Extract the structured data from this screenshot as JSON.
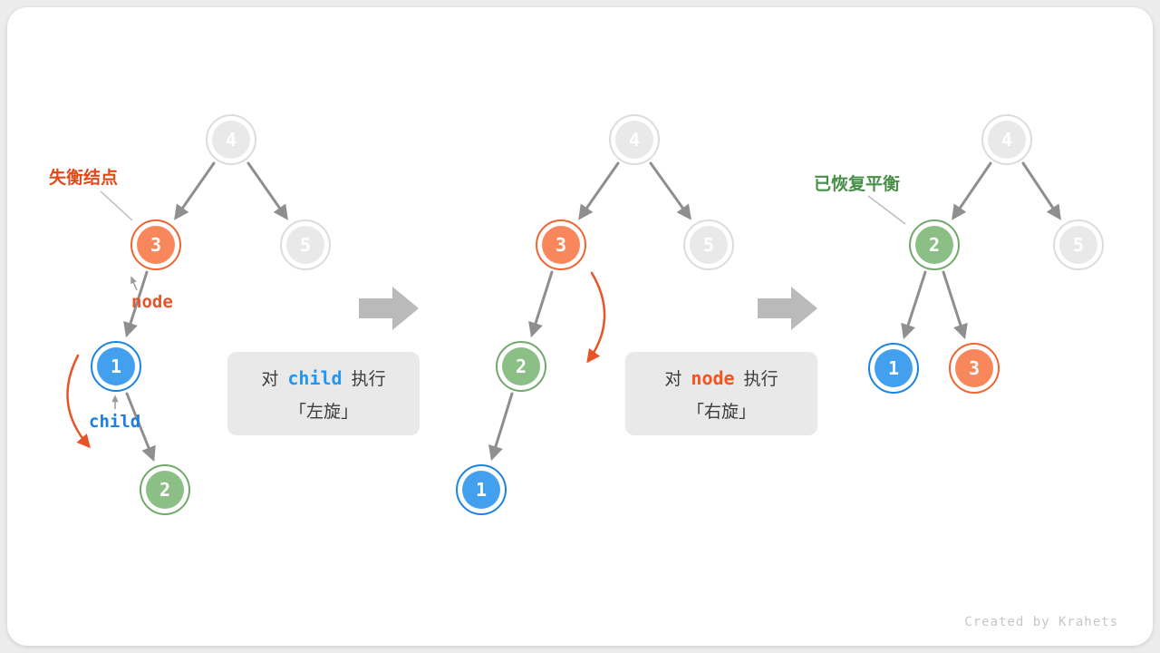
{
  "labels": {
    "unbalanced": "失衡结点",
    "node_ptr": "node",
    "child_ptr": "child",
    "rebalanced": "已恢复平衡"
  },
  "nodes": {
    "t1": {
      "n4": "4",
      "n3": "3",
      "n5": "5",
      "n1": "1",
      "n2": "2"
    },
    "t2": {
      "n4": "4",
      "n3": "3",
      "n5": "5",
      "n2": "2",
      "n1": "1"
    },
    "t3": {
      "n4": "4",
      "n2": "2",
      "n5": "5",
      "n1": "1",
      "n3": "3"
    }
  },
  "boxes": {
    "left": {
      "pre": "对",
      "kw": "child",
      "post": "执行",
      "line2": "「左旋」"
    },
    "right": {
      "pre": "对",
      "kw": "node",
      "post": "执行",
      "line2": "「右旋」"
    }
  },
  "footer": "Created by Krahets",
  "colors": {
    "orange_fill": "#f8875c",
    "orange_stroke": "#ef6430",
    "blue_fill": "#42a0ee",
    "blue_stroke": "#1a84e0",
    "green_fill": "#8cbf85",
    "green_stroke": "#72a96b",
    "gray_fill": "#e9e9e9",
    "gray_stroke": "#dcdcdc",
    "edge_gray": "#8f8f8f",
    "accent_orange": "#e8542a",
    "keyword_blue": "#2196f3",
    "keyword_orange": "#f2551e",
    "label_red": "#e04a18",
    "label_green": "#478f47",
    "box_bg": "#e9e9e9",
    "block_arrow": "#bababa"
  }
}
